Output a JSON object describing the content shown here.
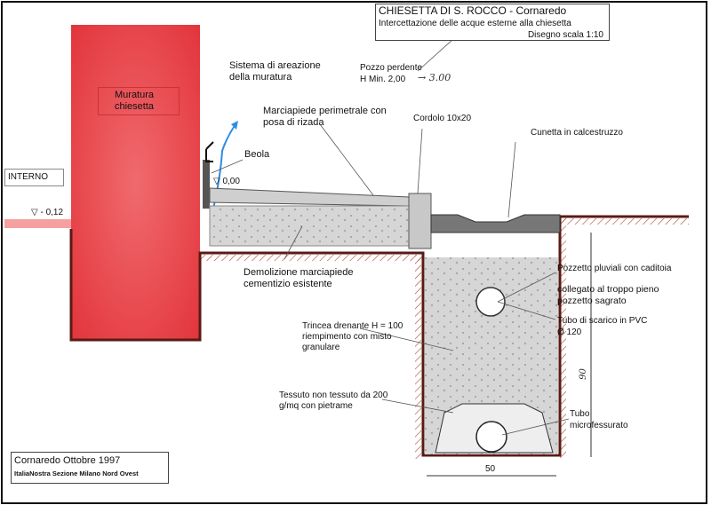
{
  "title_block": {
    "title": "CHIESETTA DI S. ROCCO - Cornaredo",
    "subtitle": "Intercettazione delle acque esterne alla chiesetta",
    "scale": "Disegno scala 1:10"
  },
  "footer_block": {
    "line1": "Cornaredo Ottobre 1997",
    "line2": "ItaliaNostra Sezione Milano Nord Ovest"
  },
  "labels": {
    "wall": "Muratura chiesetta",
    "interno": "INTERNO",
    "level_in": "▽ - 0,12",
    "level_out": "▽ 0,00",
    "aeration": "Sistema di areazione della muratura",
    "beola": "Beola",
    "sidewalk": "Marciapiede perimetrale con posa di rizada",
    "cordolo": "Cordolo 10x20",
    "cunetta": "Cunetta in calcestruzzo",
    "pozzo_1": "Pozzo perdente",
    "pozzo_2": "H Min. 2,00",
    "pozzo_hand": "→ 3.00",
    "demolition": "Demolizione marciapiede cementizio esistente",
    "pozzetto_1": "Pozzetto pluviali con caditoia",
    "pozzetto_2": "collegato al troppo pieno pozzetto sagrato",
    "tubo_pvc": "Tubo di scarico in PVC Ø 120",
    "trincea": "Trincea drenante H = 100 riempimento con misto granulare",
    "tessuto": "Tessuto non tessuto da 200 g/mq con pietrame",
    "tubo_micro": "Tubo microfessurato",
    "dim_width": "50",
    "dim_height": "90"
  },
  "colors": {
    "wall": "#e84a4f",
    "hatch": "#b0402a",
    "fill": "#d8d8d8"
  }
}
